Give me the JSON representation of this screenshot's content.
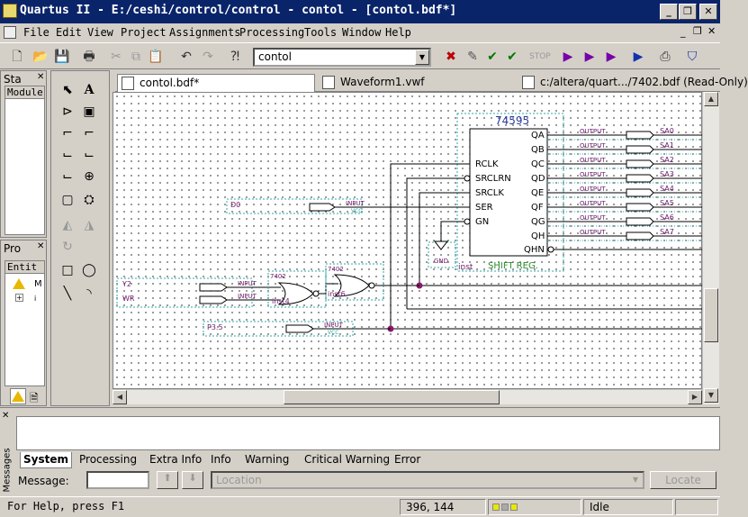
{
  "window": {
    "title": "Quartus II - E:/ceshi/control/control - contol - [contol.bdf*]",
    "min_glyph": "_",
    "max_glyph": "❐",
    "close_glyph": "✕"
  },
  "menu": [
    "File",
    "Edit",
    "View",
    "Project",
    "Assignments",
    "Processing",
    "Tools",
    "Window",
    "Help"
  ],
  "toolbar": {
    "combo_value": "contol",
    "combo_arrow": "▼"
  },
  "left_panels": {
    "status_title": "Sta",
    "module_header": "Module",
    "project_title": "Pro",
    "entity_header": "Entit",
    "entity_letter": "M",
    "entity_sub": "i"
  },
  "tabs": [
    {
      "label": "contol.bdf*"
    },
    {
      "label": "Waveform1.vwf"
    },
    {
      "label": "c:/altera/quart.../7402.bdf (Read-Only)"
    }
  ],
  "schematic": {
    "chip_name": "74595",
    "chip_type": "SHIFT REG.",
    "inst_label": "inst",
    "left_pins": [
      "RCLK",
      "SRCLRN",
      "SRCLK",
      "SER",
      "GN"
    ],
    "right_pins": [
      "QA",
      "QB",
      "QC",
      "QD",
      "QE",
      "QF",
      "QG",
      "QH",
      "QHN"
    ],
    "outputs": [
      "SA0",
      "SA1",
      "SA2",
      "SA3",
      "SA4",
      "SA5",
      "SA6",
      "SA7"
    ],
    "output_tag": "OUTPUT",
    "input_tag": "INPUT",
    "vcc": "VCC",
    "gnd": "GND",
    "input_names": [
      "D0",
      "Y2",
      "WR",
      "P3.5"
    ],
    "gate_type": "7402",
    "gate1_inst": "inst4",
    "gate2_inst": "inst6"
  },
  "messages": {
    "side_label": "Messages",
    "tabs": [
      "System",
      "Processing",
      "Extra Info",
      "Info",
      "Warning",
      "Critical Warning",
      "Error"
    ],
    "message_label": "Message:",
    "location_placeholder": "Location",
    "locate_button": "Locate"
  },
  "status": {
    "help": "For Help, press F1",
    "coords": "396, 144",
    "state": "Idle"
  }
}
